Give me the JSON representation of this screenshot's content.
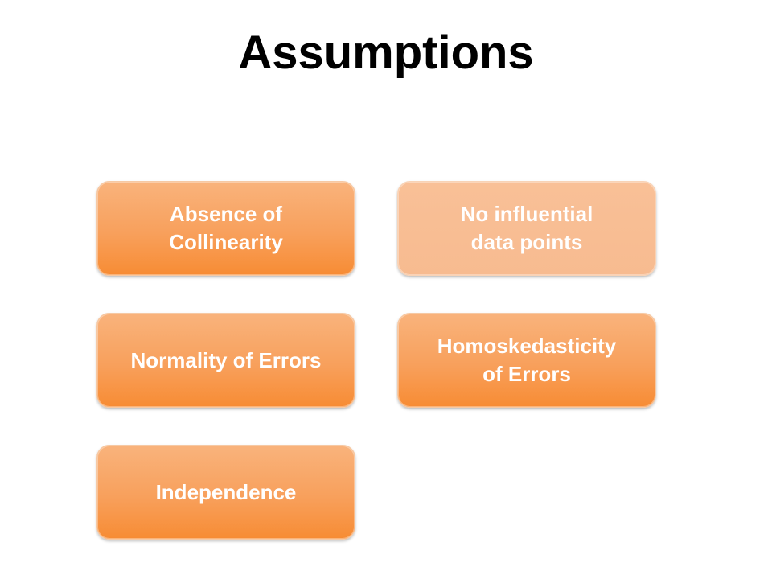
{
  "title": "Assumptions",
  "boxes": [
    {
      "label": "Absence of\nCollinearity"
    },
    {
      "label": "No influential\ndata points"
    },
    {
      "label": "Normality of Errors"
    },
    {
      "label": "Homoskedasticity\nof Errors"
    },
    {
      "label": "Independence"
    }
  ],
  "colors": {
    "box_gradient_top": "#f9b37c",
    "box_gradient_bottom": "#f78c34",
    "box_light": "#f7bb90",
    "text": "#ffffff",
    "title": "#000000"
  }
}
